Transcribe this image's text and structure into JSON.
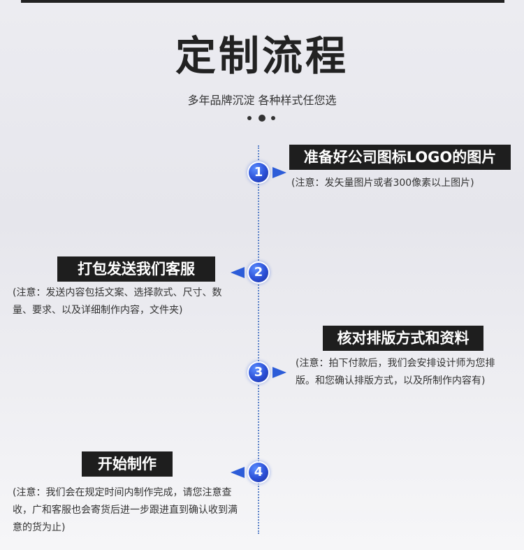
{
  "header": {
    "title": "定制流程",
    "subtitle": "多年品牌沉淀 各种样式任您选"
  },
  "steps": [
    {
      "number": "1",
      "label": "准备好公司图标LOGO的图片",
      "note": "(注意：发矢量图片或者300像素以上图片)"
    },
    {
      "number": "2",
      "label": "打包发送我们客服",
      "note": "(注意：发送内容包括文案、选择款式、尺寸、数量、要求、以及详细制作内容，文件夹)"
    },
    {
      "number": "3",
      "label": "核对排版方式和资料",
      "note": "(注意：拍下付款后，我们会安排设计师为您排版。和您确认排版方式，以及所制作内容有)"
    },
    {
      "number": "4",
      "label": "开始制作",
      "note": "(注意：我们会在规定时间内制作完成，请您注意查收，广和客服也会寄货后进一步跟进直到确认收到满意的货为止)"
    }
  ],
  "colors": {
    "accent": "#2c5cd8",
    "label_bg": "#1e1e1e",
    "timeline": "#5b82c9"
  }
}
